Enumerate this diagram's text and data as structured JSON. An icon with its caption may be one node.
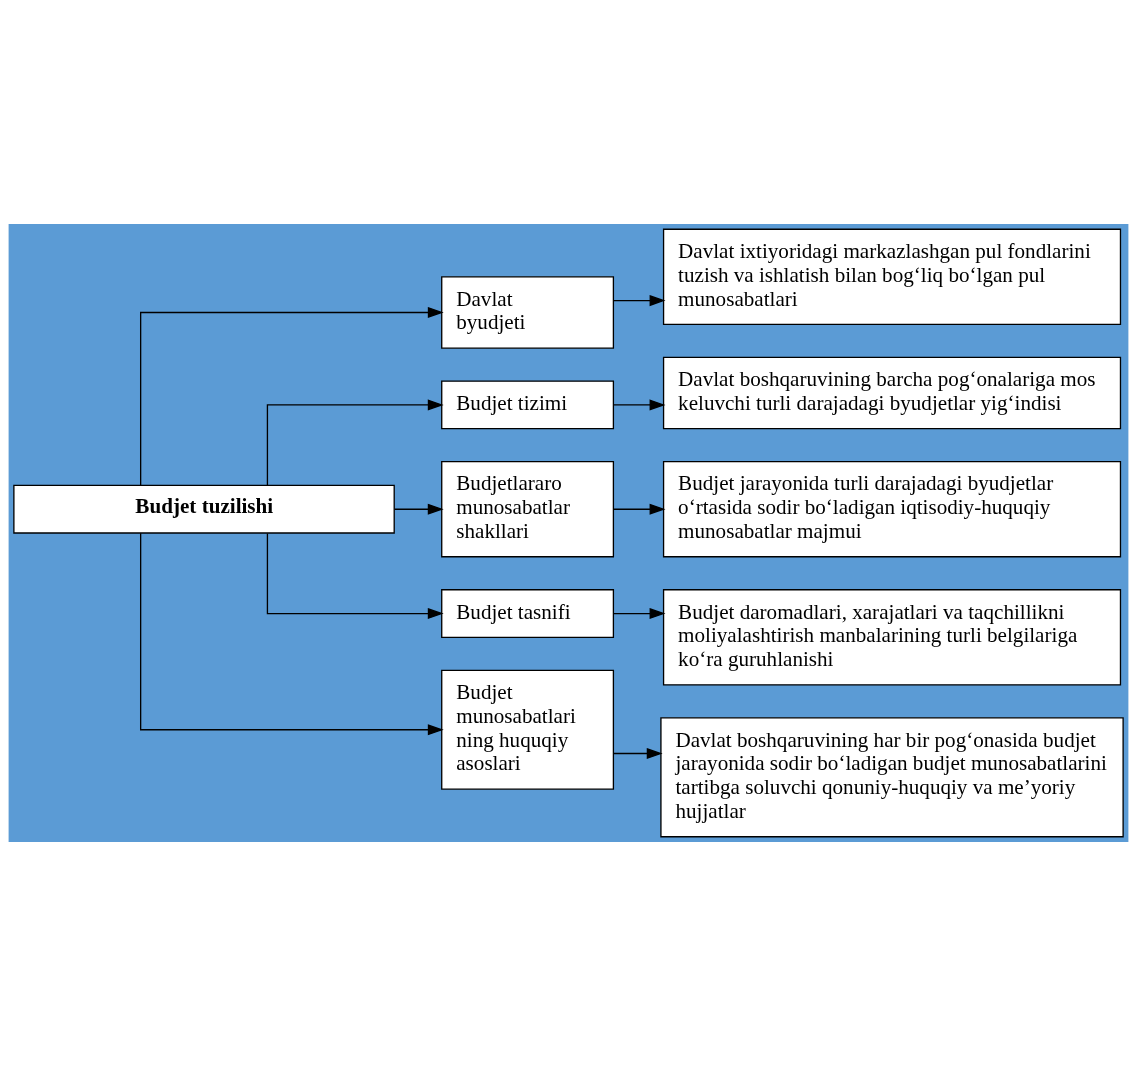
{
  "diagram": {
    "nodes": [
      {
        "text": [
          "Budjet tuzilishi"
        ]
      },
      {
        "text": [
          "Davlat byudjeti"
        ]
      },
      {
        "text": [
          "Budjet tizimi"
        ]
      },
      {
        "text": [
          "Budjetlararo munosabatlar shakllari"
        ]
      },
      {
        "text": [
          "Budjet tasnifi"
        ]
      },
      {
        "text": [
          "Budjet munosabatlari ning huquqiy asoslari"
        ]
      },
      {
        "text": [
          "Davlat ixtiyoridagi markazlashgan pul fondlarini tuzish va ishlatish bilan bog‘liq bo‘lgan pul munosabatlari"
        ]
      },
      {
        "text": [
          "Davlat boshqaruvining barcha pog‘onalariga mos keluvchi turli darajadagi byudjetlar yig‘indisi"
        ]
      },
      {
        "text": [
          "Budjet jarayonida turli darajadagi byudjetlar o‘rtasida sodir bo‘ladigan iqtisodiy-huquqiy munosabatlar majmui"
        ]
      },
      {
        "text": [
          "Budjet daromadlari, xarajatlari va taqchillikni moliyalashtirish manbalarining turli belgilariga ko‘ra guruhlanishi"
        ]
      },
      {
        "text": [
          "Davlat boshqaruvining har bir pog‘onasida budjet jarayonida sodir bo‘ladigan budjet munosabatlarini tartibga soluvchi qonuniy-huquqiy va me’yoriy hujjatlar"
        ]
      }
    ],
    "edges": [
      {
        "from": 0,
        "to": 1,
        "arrow": "to"
      },
      {
        "from": 0,
        "to": 2,
        "arrow": "to"
      },
      {
        "from": 0,
        "to": 3,
        "arrow": "to"
      },
      {
        "from": 0,
        "to": 4,
        "arrow": "to"
      },
      {
        "from": 0,
        "to": 5,
        "arrow": "to"
      },
      {
        "from": 1,
        "to": 6,
        "arrow": "to"
      },
      {
        "from": 2,
        "to": 7,
        "arrow": "to"
      },
      {
        "from": 3,
        "to": 8,
        "arrow": "to"
      },
      {
        "from": 4,
        "to": 9,
        "arrow": "to"
      },
      {
        "from": 5,
        "to": 10,
        "arrow": "to"
      }
    ]
  }
}
